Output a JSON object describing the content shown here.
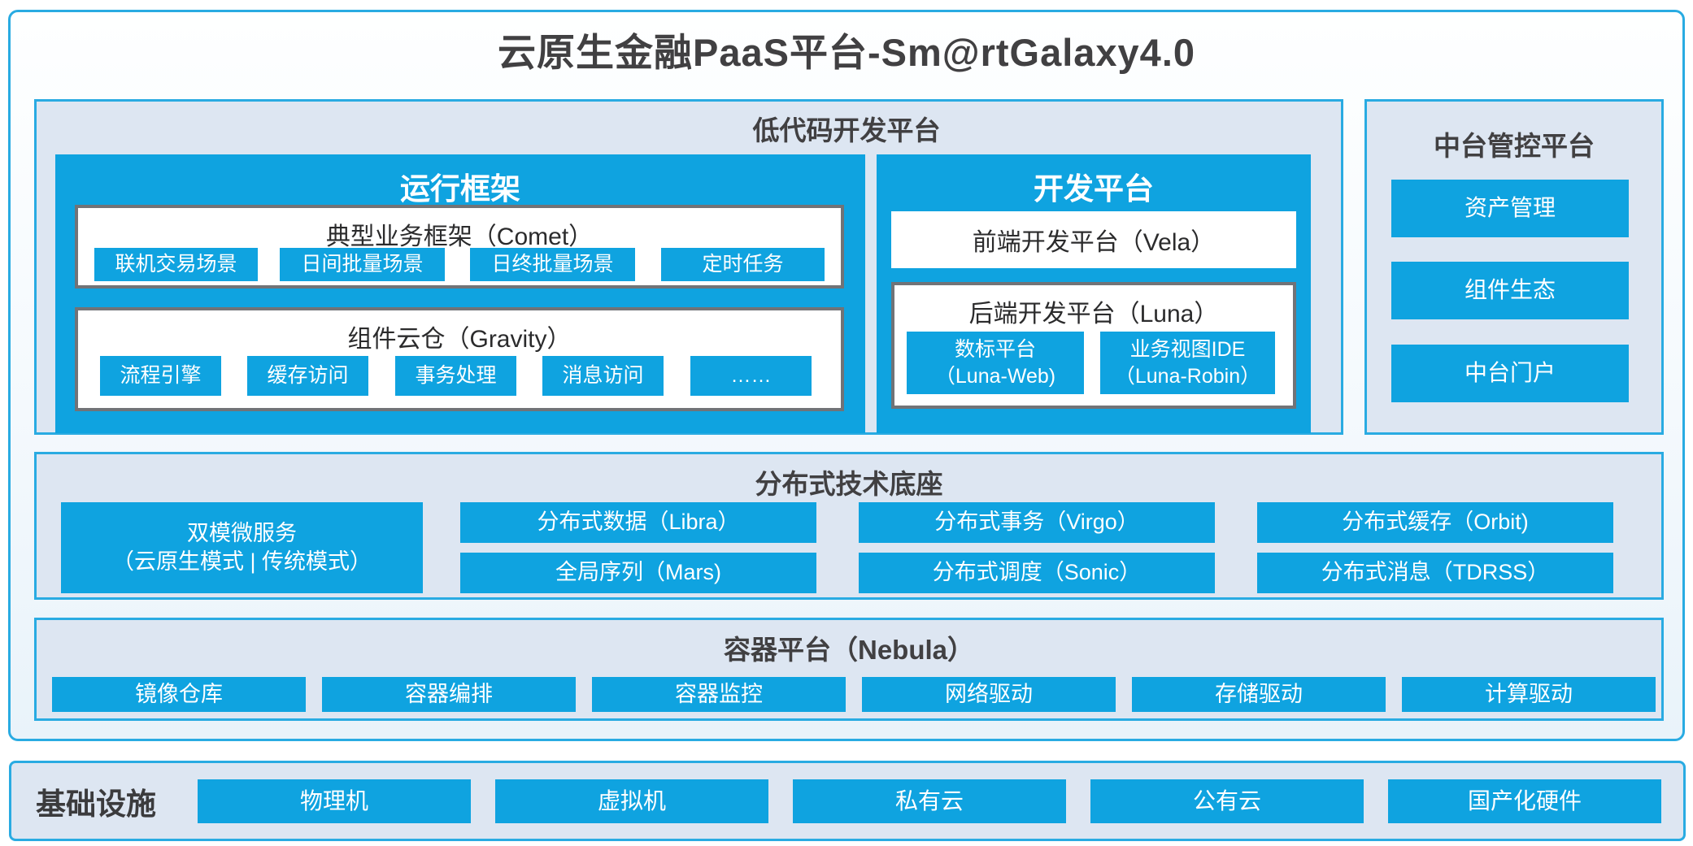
{
  "title": "云原生金融PaaS平台-Sm@rtGalaxy4.0",
  "colors": {
    "accent_blue": "#0fa3e0",
    "border_cyan": "#29abe2",
    "panel_bg": "#dde6f2",
    "inner_box_border_gray": "#717377",
    "heading_text": "#414042"
  },
  "lowcode": {
    "label": "低代码开发平台",
    "runtime": {
      "title": "运行框架",
      "comet": {
        "title": "典型业务框架（Comet）",
        "chips": [
          "联机交易场景",
          "日间批量场景",
          "日终批量场景",
          "定时任务"
        ]
      },
      "gravity": {
        "title": "组件云仓（Gravity）",
        "chips": [
          "流程引擎",
          "缓存访问",
          "事务处理",
          "消息访问",
          "……"
        ]
      }
    },
    "dev": {
      "title": "开发平台",
      "vela": "前端开发平台（Vela）",
      "luna": {
        "title": "后端开发平台（Luna）",
        "chips": [
          {
            "line1": "数标平台",
            "line2": "（Luna-Web)"
          },
          {
            "line1": "业务视图IDE",
            "line2": "（Luna-Robin）"
          }
        ]
      }
    }
  },
  "mgmt": {
    "label": "中台管控平台",
    "buttons": [
      "资产管理",
      "组件生态",
      "中台门户"
    ]
  },
  "dist": {
    "label": "分布式技术底座",
    "dual": {
      "line1": "双模微服务",
      "line2": "（云原生模式 | 传统模式）"
    },
    "grid": [
      "分布式数据（Libra）",
      "分布式事务（Virgo）",
      "分布式缓存（Orbit)",
      "全局序列（Mars)",
      "分布式调度（Sonic）",
      "分布式消息（TDRSS）"
    ]
  },
  "container_platform": {
    "label": "容器平台（Nebula）",
    "chips": [
      "镜像仓库",
      "容器编排",
      "容器监控",
      "网络驱动",
      "存储驱动",
      "计算驱动"
    ]
  },
  "infra": {
    "label": "基础设施",
    "chips": [
      "物理机",
      "虚拟机",
      "私有云",
      "公有云",
      "国产化硬件"
    ]
  }
}
